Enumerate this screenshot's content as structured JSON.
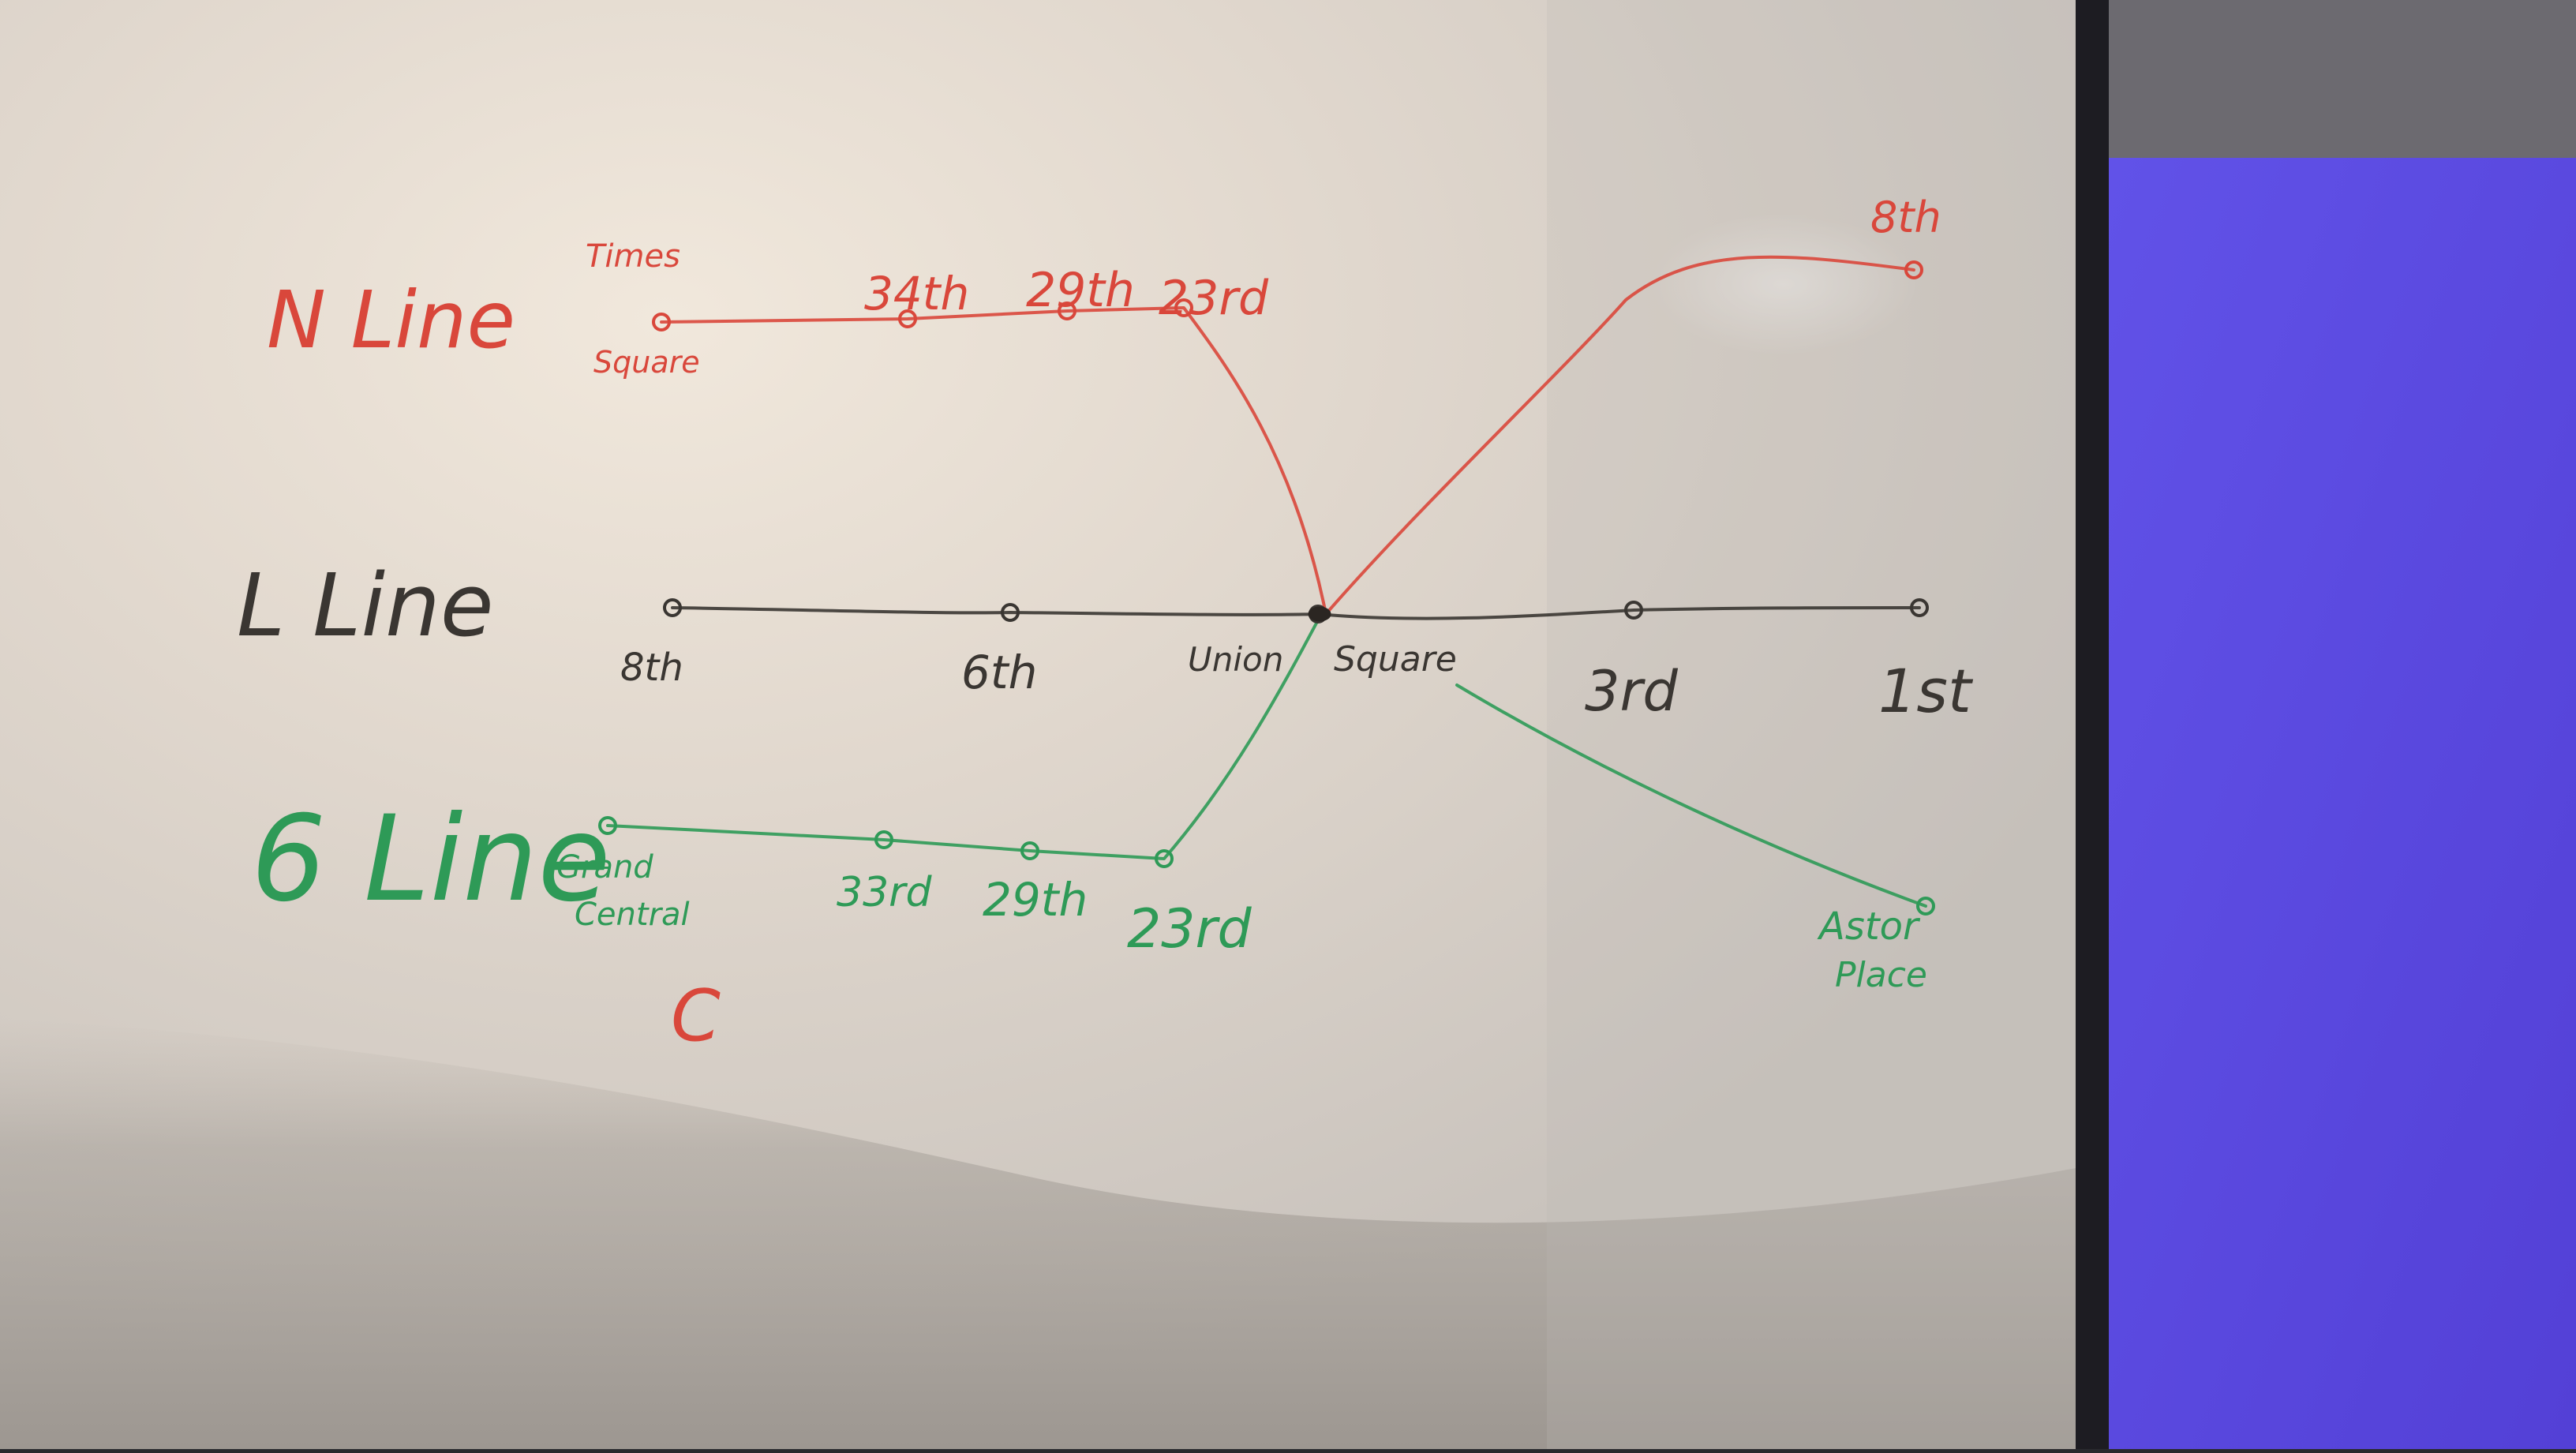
{
  "lines": [
    {
      "id": "n",
      "name": "N Line",
      "color": "#d9473b",
      "stations": [
        {
          "label": "Times",
          "label2": "Square"
        },
        {
          "label": "34th"
        },
        {
          "label": "29th"
        },
        {
          "label": "23rd"
        },
        {
          "label": "8th"
        }
      ]
    },
    {
      "id": "l",
      "name": "L Line",
      "color": "#3a3632",
      "stations": [
        {
          "label": "8th"
        },
        {
          "label": "6th"
        },
        {
          "label": "Union",
          "label2": "Square"
        },
        {
          "label": "3rd"
        },
        {
          "label": "1st"
        }
      ]
    },
    {
      "id": "six",
      "name": "6 Line",
      "color": "#2e9a57",
      "stations": [
        {
          "label": "Grand",
          "label2": "Central"
        },
        {
          "label": "33rd"
        },
        {
          "label": "29th"
        },
        {
          "label": "23rd"
        },
        {
          "label": "Astor",
          "label2": "Place"
        }
      ]
    }
  ],
  "stray_mark": "C"
}
